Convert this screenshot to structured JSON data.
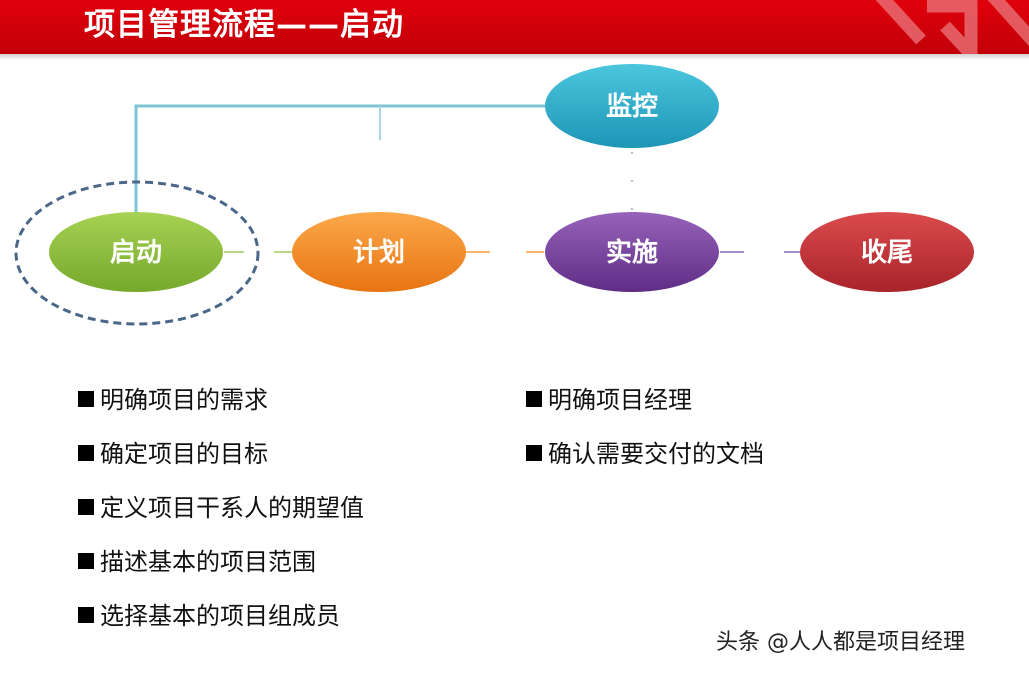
{
  "title": "项目管理流程——启动",
  "nodes": {
    "monitor": "监控",
    "start": "启动",
    "plan": "计划",
    "execute": "实施",
    "close": "收尾"
  },
  "left_list": [
    "明确项目的需求",
    "确定项目的目标",
    "定义项目干系人的期望值",
    "描述基本的项目范围",
    "选择基本的项目组成员"
  ],
  "right_list": [
    "明确项目经理",
    "确认需要交付的文档"
  ],
  "watermark": "头条 @人人都是项目经理",
  "colors": {
    "header": "#d0000a",
    "monitor": "#2aa8c4",
    "start": "#8cbf3a",
    "plan": "#f08a1e",
    "execute": "#7a3f9e",
    "close": "#c42f33",
    "connector": "#7fc4d4",
    "highlight_ring": "#4a6688"
  }
}
